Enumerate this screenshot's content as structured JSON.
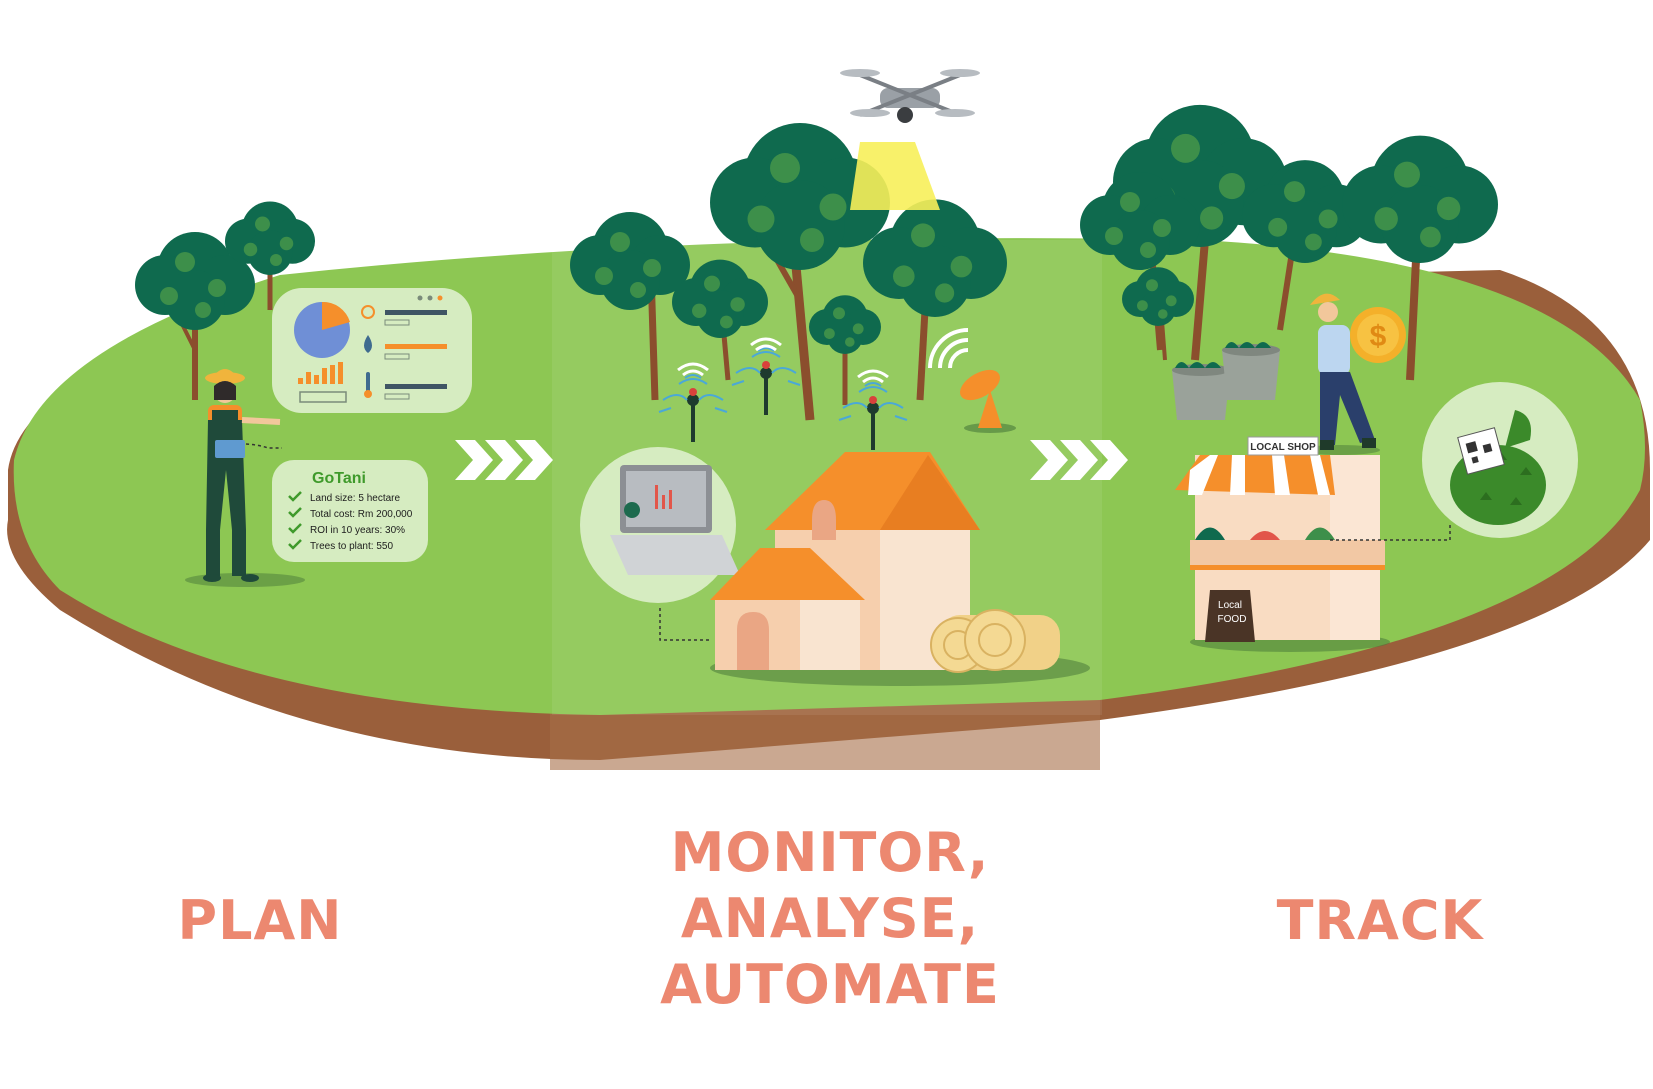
{
  "stages": {
    "plan": "PLAN",
    "monitor_lines": [
      "MONITOR,",
      "ANALYSE,",
      "AUTOMATE"
    ],
    "track": "TRACK"
  },
  "gotani": {
    "title": "GoTani",
    "lines": [
      "Land size: 5 hectare",
      "Total cost: Rm 200,000",
      "ROI in 10 years: 30%",
      "Trees to plant: 550"
    ]
  },
  "shop": {
    "sign": "LOCAL SHOP",
    "board_line1": "Local",
    "board_line2": "FOOD"
  },
  "icons": {
    "coin_symbol": "$"
  },
  "colors": {
    "grass": "#8dc753",
    "soil": "#9a5f3b",
    "label": "#ec8870",
    "tree": "#0f6a4e",
    "roof": "#f58f2b"
  }
}
